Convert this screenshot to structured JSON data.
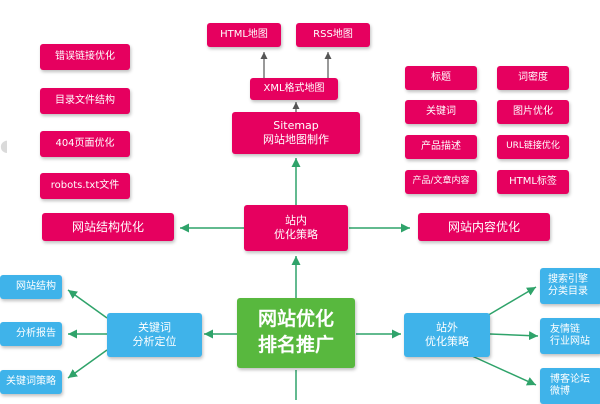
{
  "colors": {
    "pink": "#e6005f",
    "blue": "#3fb3ea",
    "green": "#58b83e",
    "arrow": "#2fa36a",
    "dark_arrow": "#555555"
  },
  "center": {
    "line1": "网站优化",
    "line2": "排名推广"
  },
  "onsite": {
    "line1": "站内",
    "line2": "优化策略",
    "sitemap": {
      "line1": "Sitemap",
      "line2": "网站地图制作"
    },
    "xml_map": "XML格式地图",
    "html_map": "HTML地图",
    "rss_map": "RSS地图",
    "structure": {
      "title": "网站结构优化",
      "items": [
        "错误链接优化",
        "目录文件结构",
        "404页面优化",
        "robots.txt文件"
      ]
    },
    "content": {
      "title": "网站内容优化",
      "items": [
        "标题",
        "词密度",
        "关键词",
        "图片优化",
        "产品描述",
        "URL链接优化",
        "产品/文章内容",
        "HTML标签"
      ]
    }
  },
  "keyword": {
    "line1": "关键词",
    "line2": "分析定位",
    "items": [
      "网站结构",
      "分析报告",
      "关键词策略"
    ]
  },
  "offsite": {
    "line1": "站外",
    "line2": "优化策略",
    "items": [
      {
        "line1": "搜索引擎",
        "line2": "分类目录"
      },
      {
        "line1": "友情链",
        "line2": "行业网站"
      },
      {
        "line1": "博客论坛",
        "line2": "微博"
      }
    ]
  }
}
